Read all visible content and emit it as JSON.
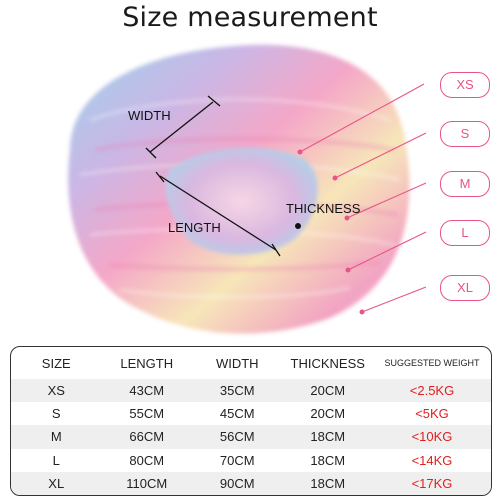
{
  "title": "Size measurement",
  "dimension_labels": {
    "width": "WIDTH",
    "length": "LENGTH",
    "thickness": "THICKNESS"
  },
  "size_bubbles": [
    "XS",
    "S",
    "M",
    "L",
    "XL"
  ],
  "accent_color": "#e8548a",
  "weight_color": "#e02020",
  "table": {
    "headers": [
      "SIZE",
      "LENGTH",
      "WIDTH",
      "THICKNESS",
      "SUGGESTED WEIGHT"
    ],
    "rows": [
      [
        "XS",
        "43CM",
        "35CM",
        "20CM",
        "<2.5KG"
      ],
      [
        "S",
        "55CM",
        "45CM",
        "20CM",
        "<5KG"
      ],
      [
        "M",
        "66CM",
        "56CM",
        "18CM",
        "<10KG"
      ],
      [
        "L",
        "80CM",
        "70CM",
        "18CM",
        "<14KG"
      ],
      [
        "XL",
        "110CM",
        "90CM",
        "18CM",
        "<17KG"
      ]
    ]
  }
}
